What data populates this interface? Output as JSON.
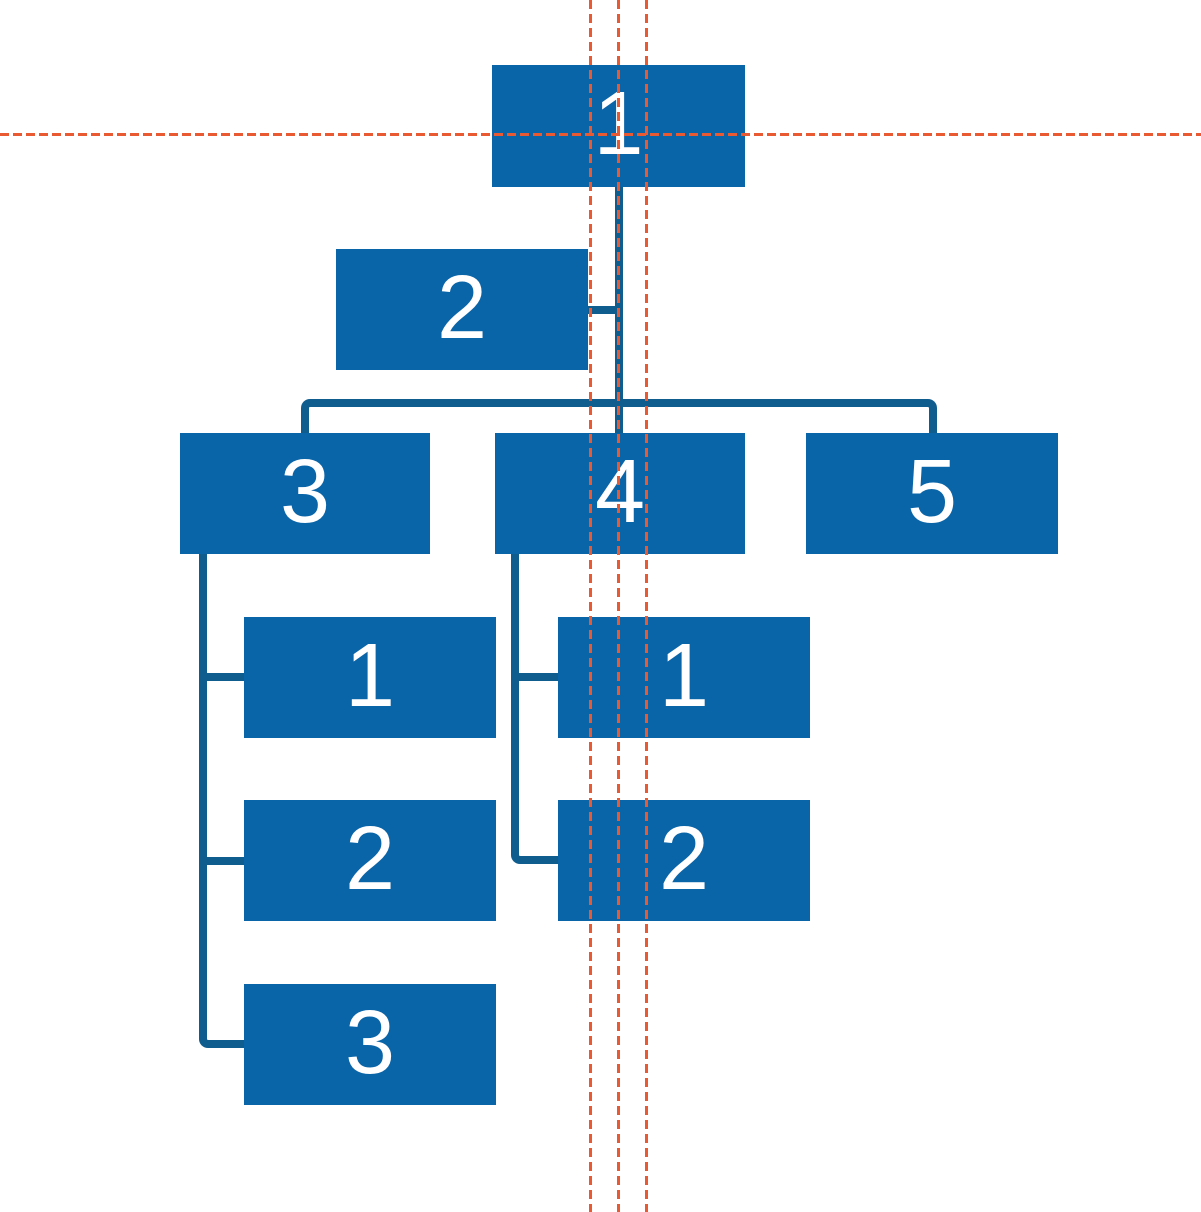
{
  "diagram_type": "org-chart",
  "colors": {
    "background": "#FFFFFF",
    "node_fill": "#0A64A8",
    "node_text": "#FFFFFF",
    "connector": "#0F5C8E",
    "guide": "#E95A33"
  },
  "guides": {
    "style": "dashed",
    "vertical_x": [
      590,
      618,
      646
    ],
    "horizontal_y": [
      134
    ]
  },
  "tree": {
    "root": {
      "label": "1",
      "assistant": {
        "label": "2"
      },
      "children": [
        {
          "label": "3",
          "children": [
            {
              "label": "1"
            },
            {
              "label": "2"
            },
            {
              "label": "3"
            }
          ]
        },
        {
          "label": "4",
          "children": [
            {
              "label": "1"
            },
            {
              "label": "2"
            }
          ]
        },
        {
          "label": "5",
          "children": []
        }
      ]
    }
  }
}
